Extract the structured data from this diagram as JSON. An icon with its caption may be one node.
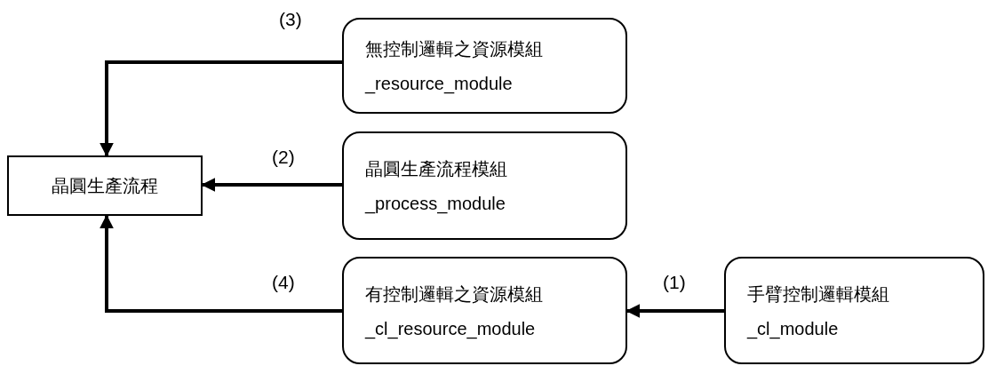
{
  "diagram": {
    "nodes": [
      {
        "text": [
          "晶圓生產流程"
        ]
      },
      {
        "text": [
          "無控制邏輯之資源模組",
          "_resource_module"
        ]
      },
      {
        "text": [
          "晶圓生產流程模組",
          "_process_module"
        ]
      },
      {
        "text": [
          "有控制邏輯之資源模組",
          "_cl_resource_module"
        ]
      },
      {
        "text": [
          "手臂控制邏輯模組",
          "_cl_module"
        ]
      }
    ],
    "edges": [
      {
        "from": 1,
        "to": 0,
        "arrow": "to",
        "label": "(3)"
      },
      {
        "from": 2,
        "to": 0,
        "arrow": "to",
        "label": "(2)"
      },
      {
        "from": 3,
        "to": 0,
        "arrow": "to",
        "label": "(4)"
      },
      {
        "from": 4,
        "to": 3,
        "arrow": "to",
        "label": "(1)"
      }
    ]
  }
}
